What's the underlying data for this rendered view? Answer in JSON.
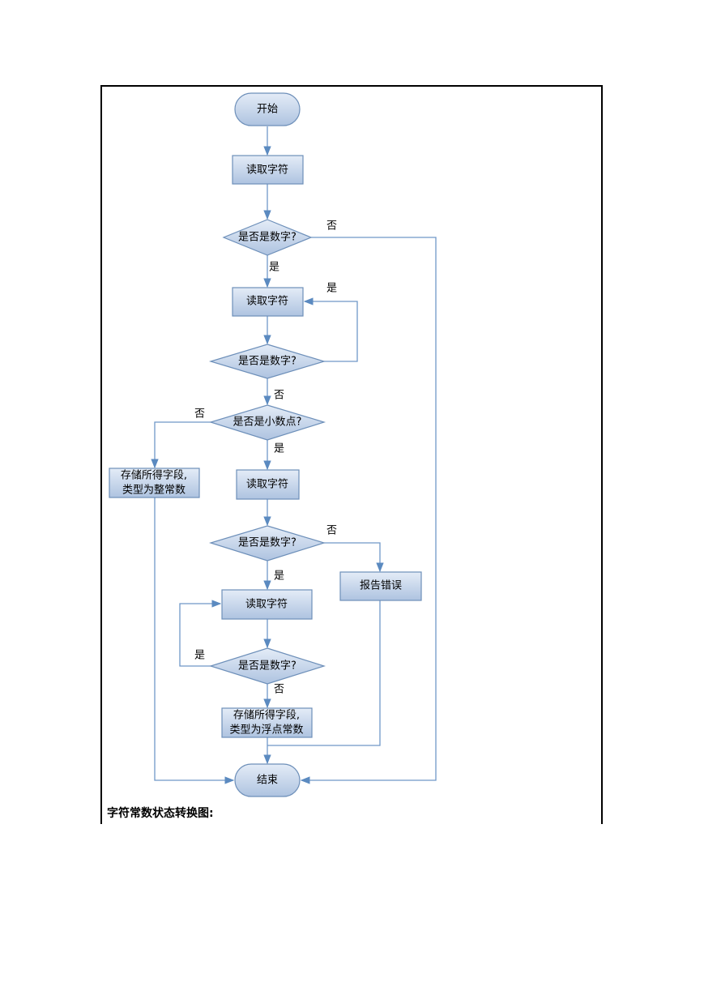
{
  "flowchart": {
    "start": "开始",
    "read_char_1": "读取字符",
    "is_digit_1": "是否是数字?",
    "read_char_2": "读取字符",
    "is_digit_2": "是否是数字?",
    "is_dot": "是否是小数点?",
    "store_int_line1": "存储所得字段,",
    "store_int_line2": "类型为整常数",
    "read_char_3": "读取字符",
    "is_digit_3": "是否是数字?",
    "report_error": "报告错误",
    "read_char_4": "读取字符",
    "is_digit_4": "是否是数字?",
    "store_float_line1": "存储所得字段,",
    "store_float_line2": "类型为浮点常数",
    "end": "结束",
    "label_yes": "是",
    "label_no": "否"
  },
  "caption": "字符常数状态转换图:"
}
